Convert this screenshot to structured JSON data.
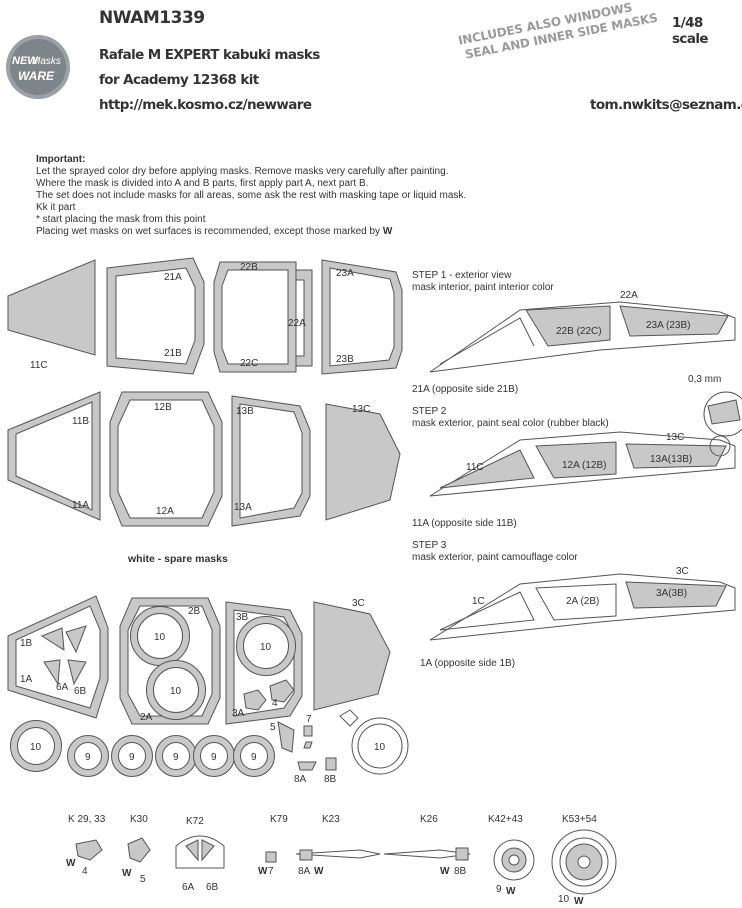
{
  "header": {
    "code": "NWAM1339",
    "product": "Rafale M EXPERT  kabuki masks",
    "kit": "for Academy 12368 kit",
    "url": "http://mek.kosmo.cz/newware",
    "email": "tom.nwkits@seznam.cz",
    "scale": "1/48 scale",
    "stamp_line1": "INCLUDES ALSO WINDOWS",
    "stamp_line2": "SEAL AND INNER SIDE MASKS",
    "logo_line1": "NEW",
    "logo_line2": "Masks",
    "logo_line3": "WARE"
  },
  "notes": {
    "heading": "Important:",
    "lines": [
      "Let the sprayed color dry before applying masks. Remove masks very carefully after painting.",
      "Where the mask is divided into A and B parts, first apply part A, next part B.",
      "The set does not include masks for all areas, some ask the rest with masking tape or liquid mask.",
      "Kk it part",
      "*  start placing the mask from this point",
      "Placing wet masks on wet surfaces is recommended, except those marked by"
    ]
  },
  "steps": {
    "step1_title": "STEP 1 - exterior view",
    "step1_desc": "mask interior, paint interior color",
    "step1_note": "21A (opposite side 21B)",
    "step2_title": "STEP 2",
    "step2_desc": "mask exterior, paint seal color (rubber black)",
    "step2_note": "11A (opposite side 11B)",
    "step3_title": "STEP 3",
    "step3_desc": "mask exterior, paint camouflage color",
    "step3_note": "1A (opposite side 1B)",
    "dim": "0,3 mm"
  },
  "labels": {
    "l11C": "11C",
    "l21A": "21A",
    "l21B": "21B",
    "l22B": "22B",
    "l22A": "22A",
    "l22C": "22C",
    "l23A": "23A",
    "l23B": "23B",
    "l11B": "11B",
    "l11A": "11A",
    "l12B": "12B",
    "l12A": "12A",
    "l13B": "13B",
    "l13A": "13A",
    "l13C": "13C",
    "spare": "white - spare masks",
    "l1B": "1B",
    "l1A": "1A",
    "l6A": "6A",
    "l6B": "6B",
    "l2B": "2B",
    "l2A": "2A",
    "l3B": "3B",
    "l3A": "3A",
    "l3C": "3C",
    "l4": "4",
    "l5": "5",
    "l7": "7",
    "l8A": "8A",
    "l8B": "8B",
    "l10": "10",
    "l9": "9",
    "c1_22": "22A",
    "c1_22b": "22B (22C)",
    "c1_23": "23A (23B)",
    "c2_11": "11C",
    "c2_12": "12A (12B)",
    "c2_13": "13A(13B)",
    "c2_13c": "13C",
    "c3_1": "1C",
    "c3_2": "2A (2B)",
    "c3_3": "3A(3B)",
    "c3_3c": "3C"
  },
  "kit_parts": [
    {
      "name": "K 29, 33",
      "num": "4"
    },
    {
      "name": "K30",
      "num": "5"
    },
    {
      "name": "K72",
      "num_a": "6A",
      "num_b": "6B"
    },
    {
      "name": "K79",
      "num": "7"
    },
    {
      "name": "K23",
      "num": "8A"
    },
    {
      "name": "K26",
      "num": "8B"
    },
    {
      "name": "K42+43",
      "num": "9"
    },
    {
      "name": "K53+54",
      "num": "10"
    }
  ],
  "colors": {
    "mask": "#c8c8c8",
    "stroke": "#555555"
  }
}
